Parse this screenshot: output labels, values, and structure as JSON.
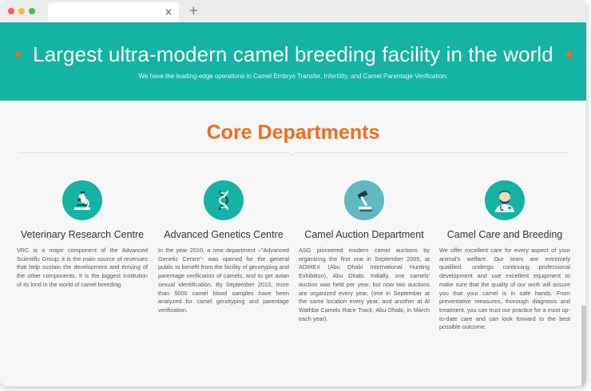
{
  "browser": {
    "tab_close": "×",
    "new_tab": "+"
  },
  "hero": {
    "title": "Largest ultra-modern camel breeding facility in the world",
    "subtitle": "We have the leading-edge operations in Camel Embryo Transfer, Infertility, and Camel Parentage Verification."
  },
  "section": {
    "title": "Core Departments"
  },
  "departments": [
    {
      "title": "Veterinary Research Centre",
      "icon": "microscope-icon",
      "text": "VRC is a major component of the Advanced Scientific Group; it is the main source of revenues that help sustain the development and thriving of the other components. It is the biggest institution of its kind in the world of camel breeding."
    },
    {
      "title": "Advanced Genetics Centre",
      "icon": "dna-icon",
      "text": "In the year 2010, a new department –\"Advanced Genetic Centre\"- was opened for the general public to benefit from the facility of genotyping and parentage verification of camels, and to get avian sexual identification. By September 2013, more than 5000 camel blood samples have been analyzed for camel genotyping and parentage verification."
    },
    {
      "title": "Camel Auction Department",
      "icon": "gavel-icon",
      "text": "ASG pioneered modern camel auctions by organizing the first one in September 2005, at ADIHEX (Abu Dhabi International Hunting Exhibition), Abu Dhabi. Initially, one camels' auction was held per year, but now two auctions are organized every year, (one in September at the same location every year, and another at Al Wathba Camels Race Track, Abu Dhabi, in March each year)."
    },
    {
      "title": "Camel Care and Breeding",
      "icon": "veterinarian-icon",
      "text": "We offer excellent care for every aspect of your animal's welfare. Our team are extremely qualified, undergo continuing professional development and use excellent equipment to make sure that the quality of our work will assure you that your camel is in safe hands. From preventative measures, thorough diagnosis and treatment, you can trust our practice for a most up-to-date care and can look forward to the best possible outcome."
    }
  ],
  "colors": {
    "teal": "#14b3a3",
    "orange": "#f26b1d"
  }
}
